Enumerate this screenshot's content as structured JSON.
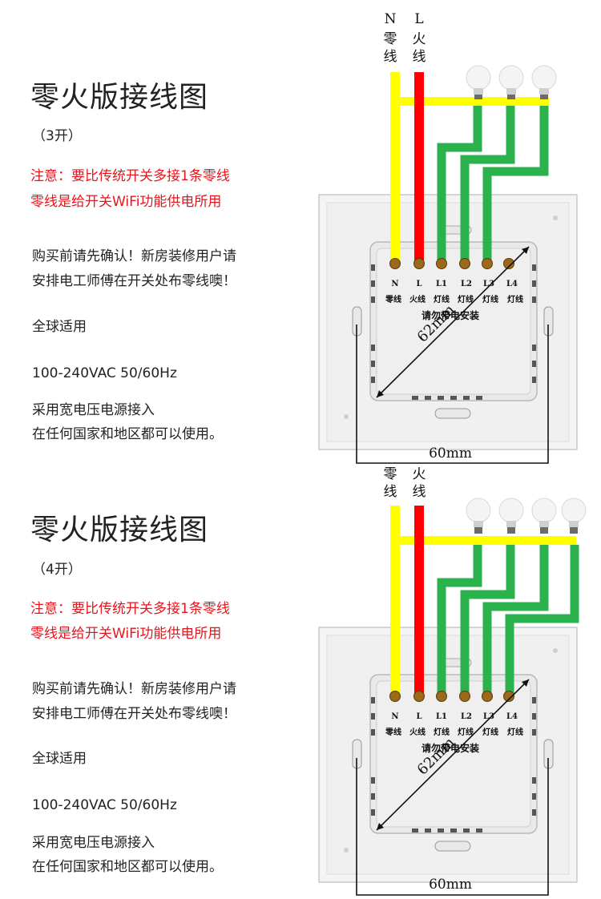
{
  "top": {
    "title": "零火版接线图",
    "variant": "（3开）",
    "warn_line1": "注意：要比传统开关多接1条零线",
    "warn_line2": "零线是给开关WiFi功能供电所用",
    "confirm_line1": "购买前请先确认！新房装修用户请",
    "confirm_line2": "安排电工师傅在开关处布零线噢！",
    "global": "全球适用",
    "voltage": "100-240VAC  50/60Hz",
    "wide1": "采用宽电压电源接入",
    "wide2": "在任何国家和地区都可以使用。",
    "wire_n_letter": "N",
    "wire_l_letter": "L",
    "wire_n_name": "零线",
    "wire_l_name": "火线",
    "terminals": [
      "N",
      "L",
      "L1",
      "L2",
      "L3",
      "L4"
    ],
    "terminal_names": [
      "零线",
      "火线",
      "灯线",
      "灯线",
      "灯线",
      "灯线"
    ],
    "warning_label": "请勿带电安装",
    "diag_dim": "62mm",
    "width_dim": "60mm",
    "bulb_count": 3
  },
  "bottom": {
    "title": "零火版接线图",
    "variant": "（4开）",
    "warn_line1": "注意：要比传统开关多接1条零线",
    "warn_line2": "零线是给开关WiFi功能供电所用",
    "confirm_line1": "购买前请先确认！新房装修用户请",
    "confirm_line2": "安排电工师傅在开关处布零线噢！",
    "global": "全球适用",
    "voltage": "100-240VAC  50/60Hz",
    "wide1": "采用宽电压电源接入",
    "wide2": "在任何国家和地区都可以使用。",
    "wire_n_name": "零线",
    "wire_l_name": "火线",
    "terminals": [
      "N",
      "L",
      "L1",
      "L2",
      "L3",
      "L4"
    ],
    "terminal_names": [
      "零线",
      "火线",
      "灯线",
      "灯线",
      "灯线",
      "灯线"
    ],
    "warning_label": "请勿带电安装",
    "diag_dim": "62mm",
    "width_dim": "60mm",
    "bulb_count": 4
  },
  "colors": {
    "neutral": "#ffff00",
    "live": "#ff0000",
    "lamp": "#2bb24c",
    "warning_text": "#e8141b"
  }
}
